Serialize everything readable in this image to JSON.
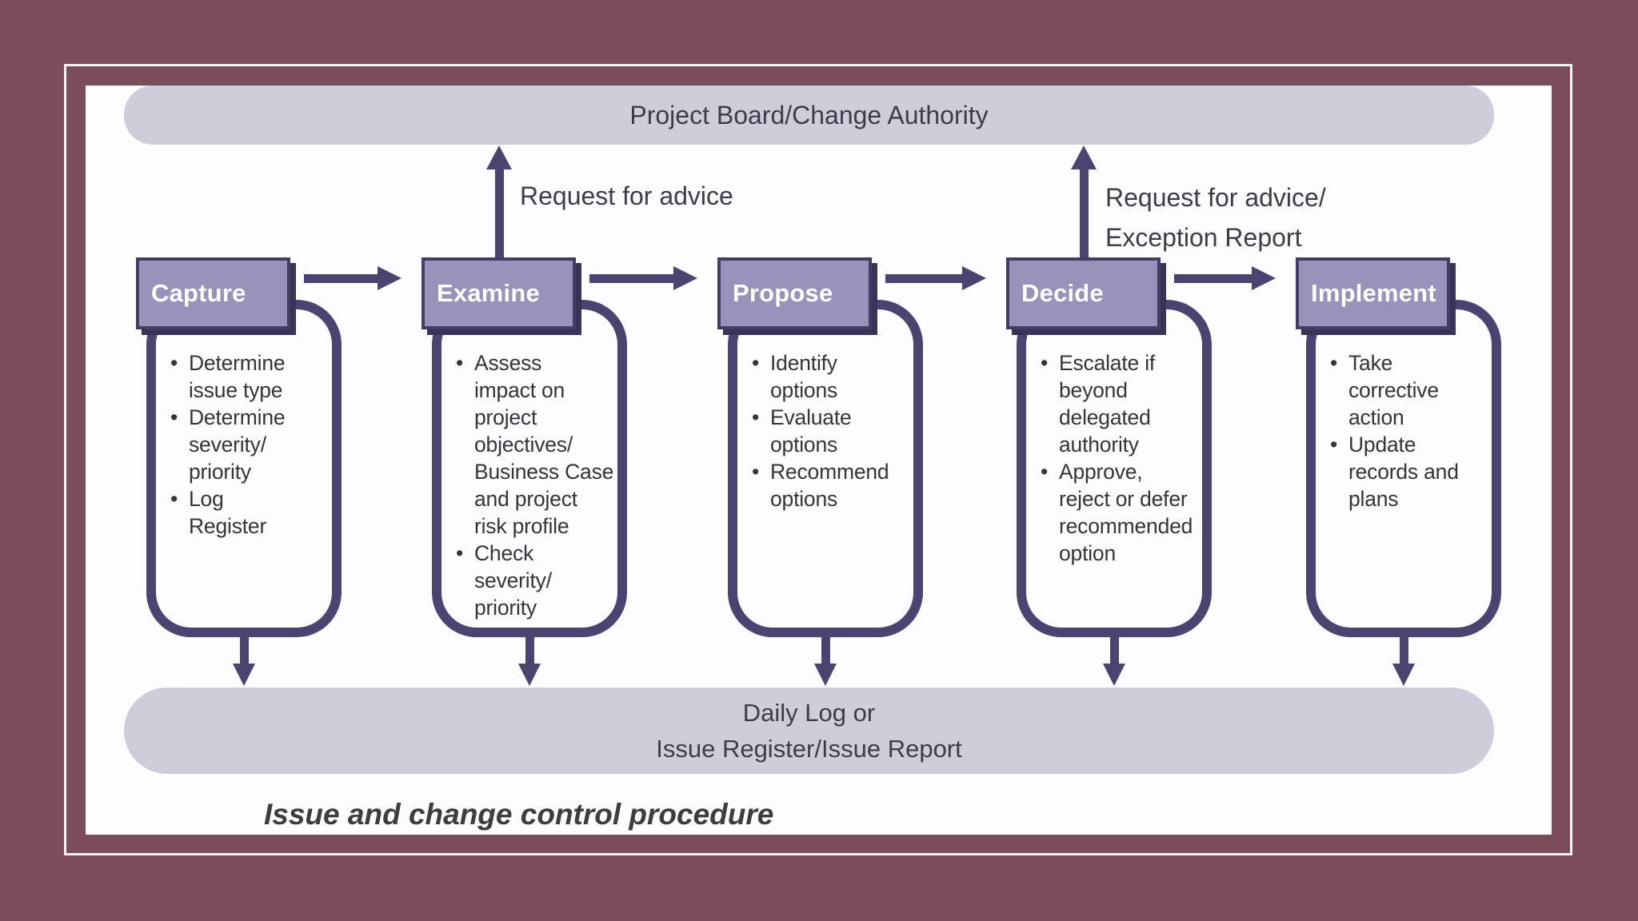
{
  "diagram": {
    "top_banner": "Project Board/Change Authority",
    "bottom_banner": "Daily Log or\nIssue Register/Issue Report",
    "caption": "Issue and change control procedure",
    "escalation_labels": [
      "Request for advice",
      "Request for advice/\nException Report"
    ],
    "stages": [
      {
        "label": "Capture",
        "bullets": [
          "Determine\nissue type",
          "Determine\nseverity/\npriority",
          "Log\nRegister"
        ]
      },
      {
        "label": "Examine",
        "bullets": [
          "Assess\nimpact on\nproject\nobjectives/\nBusiness Case\nand project\nrisk profile",
          "Check\nseverity/\npriority"
        ]
      },
      {
        "label": "Propose",
        "bullets": [
          "Identify\noptions",
          "Evaluate\noptions",
          "Recommend\noptions"
        ]
      },
      {
        "label": "Decide",
        "bullets": [
          "Escalate if\nbeyond\ndelegated\nauthority",
          "Approve,\nreject or defer\nrecommended\noption"
        ]
      },
      {
        "label": "Implement",
        "bullets": [
          "Take\ncorrective\naction",
          "Update\nrecords and\nplans"
        ]
      }
    ],
    "colors": {
      "background": "#7b4d5b",
      "banner": "#d0cdda",
      "stage_fill": "#9a92ba",
      "stage_border": "#443c63",
      "line": "#4b4370",
      "shadow": "#3a3357",
      "text_dark": "#3d3c4a",
      "bullet_text": "#35343d"
    }
  }
}
